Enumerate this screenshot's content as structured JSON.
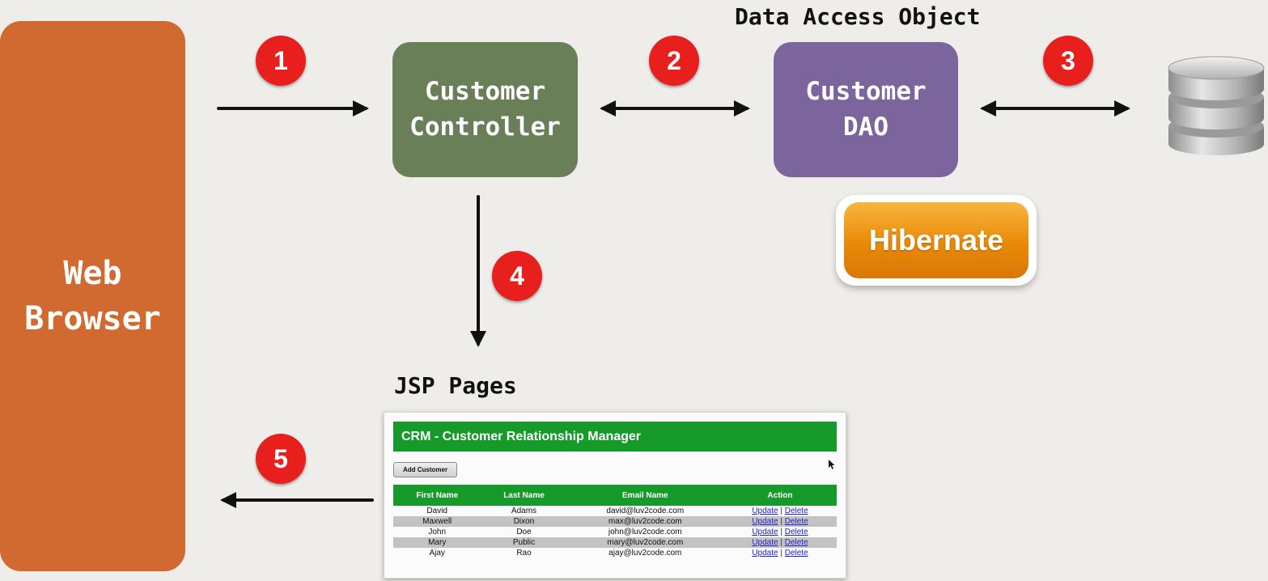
{
  "nodes": {
    "web_browser": "Web\nBrowser",
    "customer_controller": "Customer\nController",
    "customer_dao": "Customer\nDAO",
    "hibernate": "Hibernate"
  },
  "labels": {
    "dao_title": "Data Access Object",
    "jsp_title": "JSP Pages"
  },
  "steps": [
    "1",
    "2",
    "3",
    "4",
    "5"
  ],
  "colors": {
    "browser": "#d16a30",
    "controller": "#687f58",
    "dao": "#7c649c",
    "badge": "#e8201d",
    "hibernate": "#e88a06",
    "crm_green": "#169a2a"
  },
  "icons": {
    "database": "database-icon",
    "cursor": "cursor-icon"
  },
  "jsp": {
    "header": "CRM - Customer Relationship Manager",
    "add_button": "Add Customer",
    "columns": [
      "First Name",
      "Last Name",
      "Email Name",
      "Action"
    ],
    "rows": [
      {
        "first": "David",
        "last": "Adams",
        "email": "david@luv2code.com",
        "update": "Update",
        "delete": "Delete"
      },
      {
        "first": "Maxwell",
        "last": "Dixon",
        "email": "max@luv2code.com",
        "update": "Update",
        "delete": "Delete"
      },
      {
        "first": "John",
        "last": "Doe",
        "email": "john@luv2code.com",
        "update": "Update",
        "delete": "Delete"
      },
      {
        "first": "Mary",
        "last": "Public",
        "email": "mary@luv2code.com",
        "update": "Update",
        "delete": "Delete"
      },
      {
        "first": "Ajay",
        "last": "Rao",
        "email": "ajay@luv2code.com",
        "update": "Update",
        "delete": "Delete"
      }
    ],
    "separator": "|"
  }
}
